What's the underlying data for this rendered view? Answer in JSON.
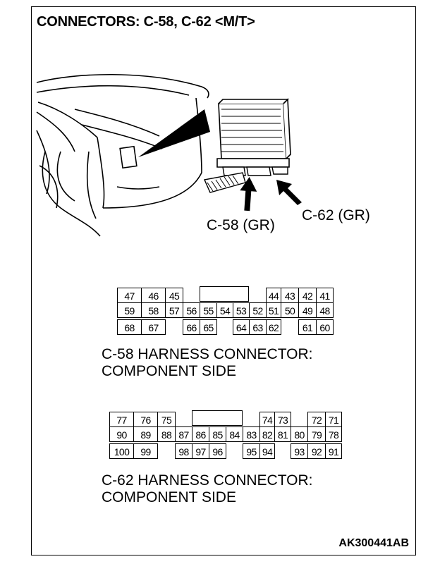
{
  "title": "CONNECTORS: C-58, C-62 <M/T>",
  "callouts": {
    "c58": "C-58 (GR)",
    "c62": "C-62 (GR)"
  },
  "connectors": {
    "c58": {
      "caption_line1": "C-58 HARNESS CONNECTOR:",
      "caption_line2": "COMPONENT SIDE",
      "row1": [
        "47",
        "46",
        "45",
        "44",
        "43",
        "42",
        "41"
      ],
      "row2": [
        "59",
        "58",
        "57",
        "56",
        "55",
        "54",
        "53",
        "52",
        "51",
        "50",
        "49",
        "48"
      ],
      "row3": [
        "68",
        "67",
        "66",
        "65",
        "64",
        "63",
        "62",
        "61",
        "60"
      ]
    },
    "c62": {
      "caption_line1": "C-62 HARNESS CONNECTOR:",
      "caption_line2": "COMPONENT SIDE",
      "row1": [
        "77",
        "76",
        "75",
        "74",
        "73",
        "72",
        "71"
      ],
      "row2": [
        "90",
        "89",
        "88",
        "87",
        "86",
        "85",
        "84",
        "83",
        "82",
        "81",
        "80",
        "79",
        "78"
      ],
      "row3": [
        "100",
        "99",
        "98",
        "97",
        "96",
        "95",
        "94",
        "93",
        "92",
        "91"
      ]
    }
  },
  "figure_code": "AK300441AB"
}
